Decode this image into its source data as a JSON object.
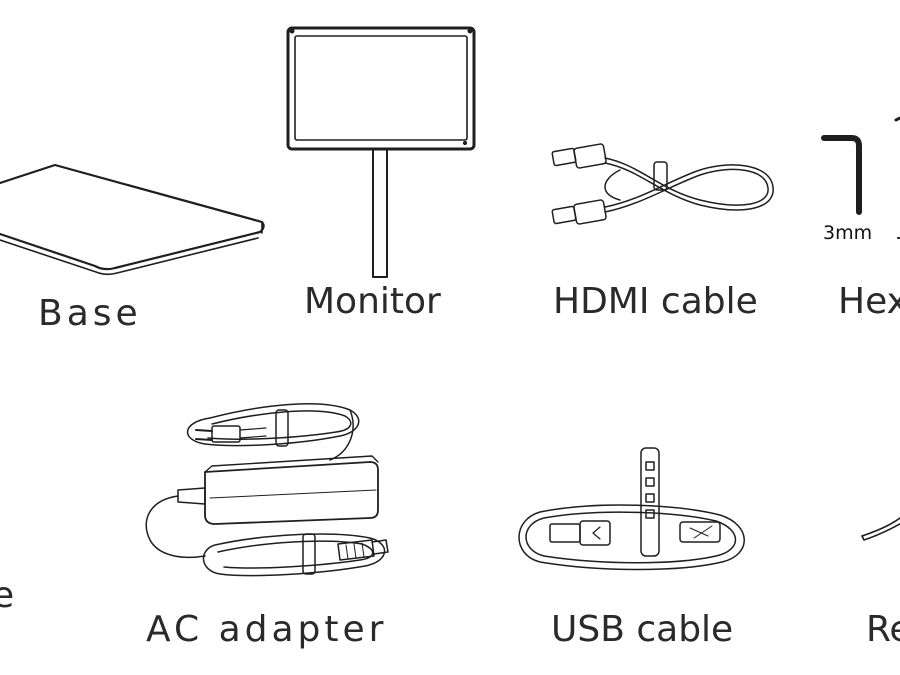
{
  "items": {
    "base": "Base",
    "monitor": "Monitor",
    "hdmi_cable": "HDMI cable",
    "hex_key_partial": "Hex",
    "ac_adapter": "AC adapter",
    "usb_cable": "USB cable",
    "remote_partial": "Re",
    "left_partial": "e"
  },
  "hex_key_size": "3mm",
  "colors": {
    "ink": "#1f1f1f",
    "background": "#ffffff"
  },
  "icons": [
    "base-plate-icon",
    "monitor-icon",
    "hdmi-cable-icon",
    "hex-key-icon",
    "ac-adapter-icon",
    "usb-cable-icon",
    "remote-icon"
  ]
}
